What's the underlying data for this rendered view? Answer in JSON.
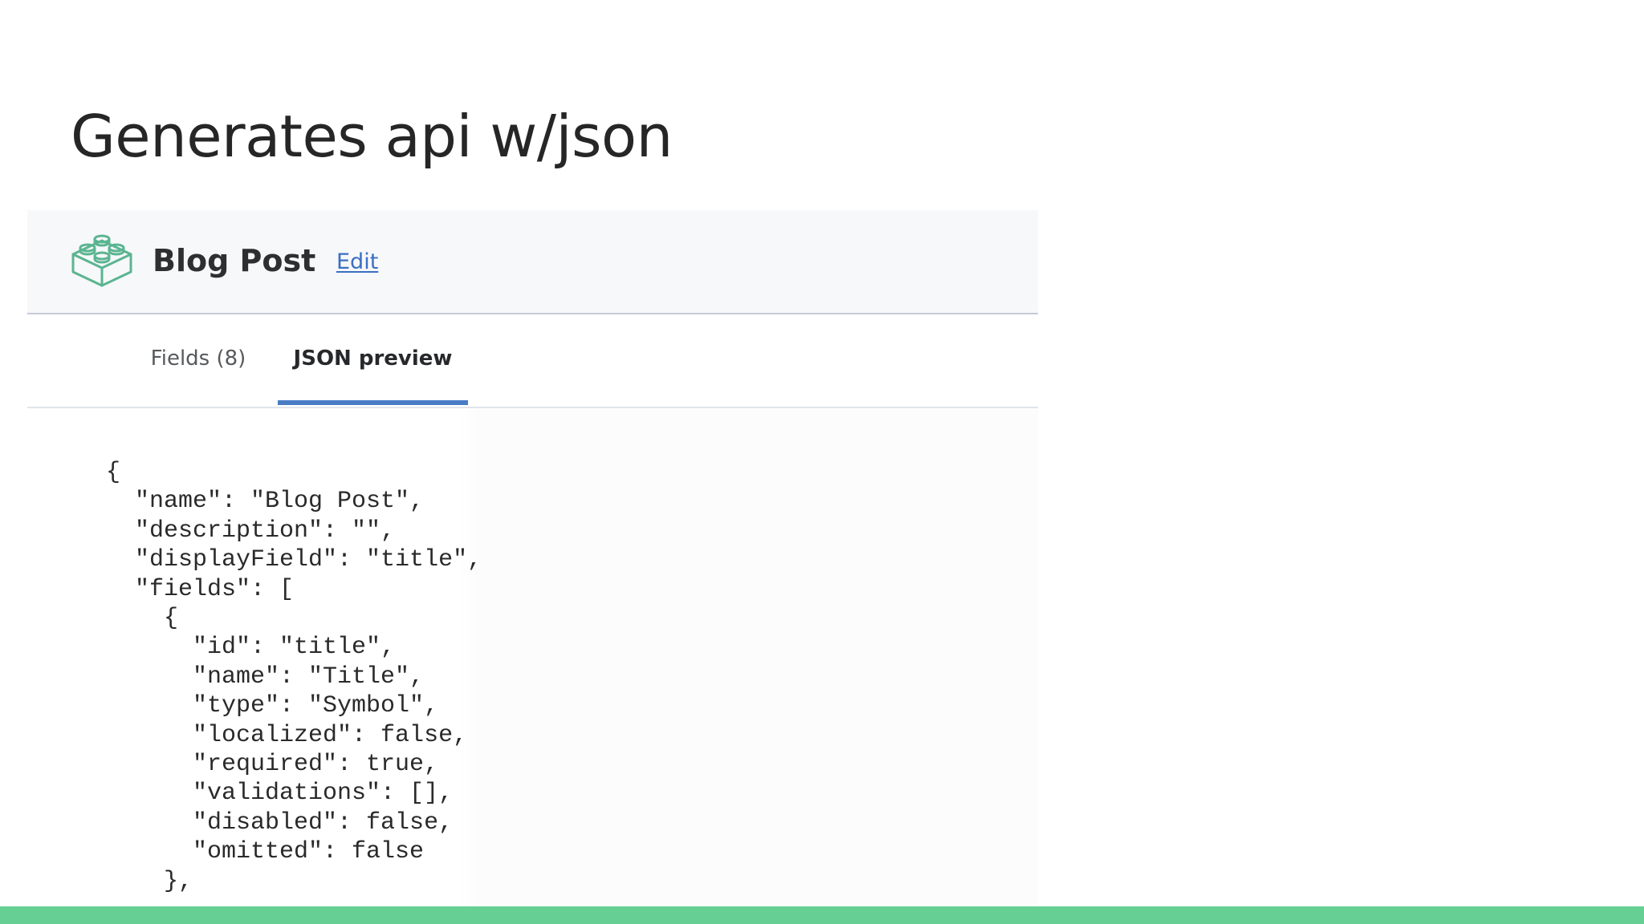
{
  "slide": {
    "title": "Generates api w/json"
  },
  "header": {
    "icon": "lego-brick-icon",
    "content_type_name": "Blog Post",
    "edit_label": "Edit"
  },
  "tabs": [
    {
      "label": "Fields (8)",
      "active": false
    },
    {
      "label": "JSON preview",
      "active": true
    }
  ],
  "json_preview": {
    "text": "{\n  \"name\": \"Blog Post\",\n  \"description\": \"\",\n  \"displayField\": \"title\",\n  \"fields\": [\n    {\n      \"id\": \"title\",\n      \"name\": \"Title\",\n      \"type\": \"Symbol\",\n      \"localized\": false,\n      \"required\": true,\n      \"validations\": [],\n      \"disabled\": false,\n      \"omitted\": false\n    },"
  },
  "colors": {
    "accent_bar": "#66d094",
    "icon_green": "#5bb591",
    "tab_indicator": "#4a7cc6",
    "link": "#3a6fc2"
  }
}
